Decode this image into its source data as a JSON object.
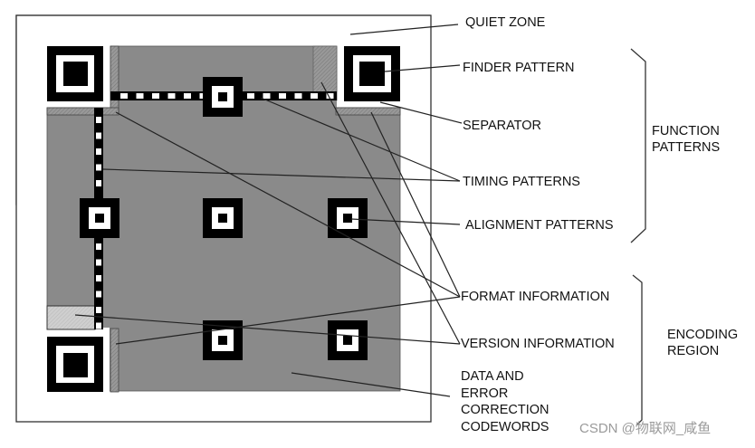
{
  "diagram": {
    "title": "QR Code Symbol Structure",
    "colors": {
      "background": "#ffffff",
      "encoding_region": "#8a8a8a",
      "reserved_hatch": "#9a9a9a",
      "format_light": "#c8c8c8",
      "module_dark": "#000000",
      "module_light": "#ffffff",
      "leader_line": "#222222"
    },
    "labels": {
      "quiet_zone": "QUIET ZONE",
      "finder_pattern": "FINDER PATTERN",
      "separator": "SEPARATOR",
      "timing_patterns": "TIMING PATTERNS",
      "alignment_patterns": "ALIGNMENT PATTERNS",
      "format_information": "FORMAT INFORMATION",
      "version_information": "VERSION INFORMATION",
      "data_codewords": "DATA AND\nERROR\nCORRECTION\nCODEWORDS"
    },
    "groups": {
      "function_patterns": "FUNCTION\nPATTERNS",
      "encoding_region": "ENCODING\nREGION"
    },
    "components": {
      "finder_patterns": [
        "top-left",
        "top-right",
        "bottom-left"
      ],
      "alignment_patterns_count": 6,
      "timing_patterns": [
        "horizontal",
        "vertical"
      ]
    },
    "watermark": "CSDN @物联网_咸鱼"
  }
}
